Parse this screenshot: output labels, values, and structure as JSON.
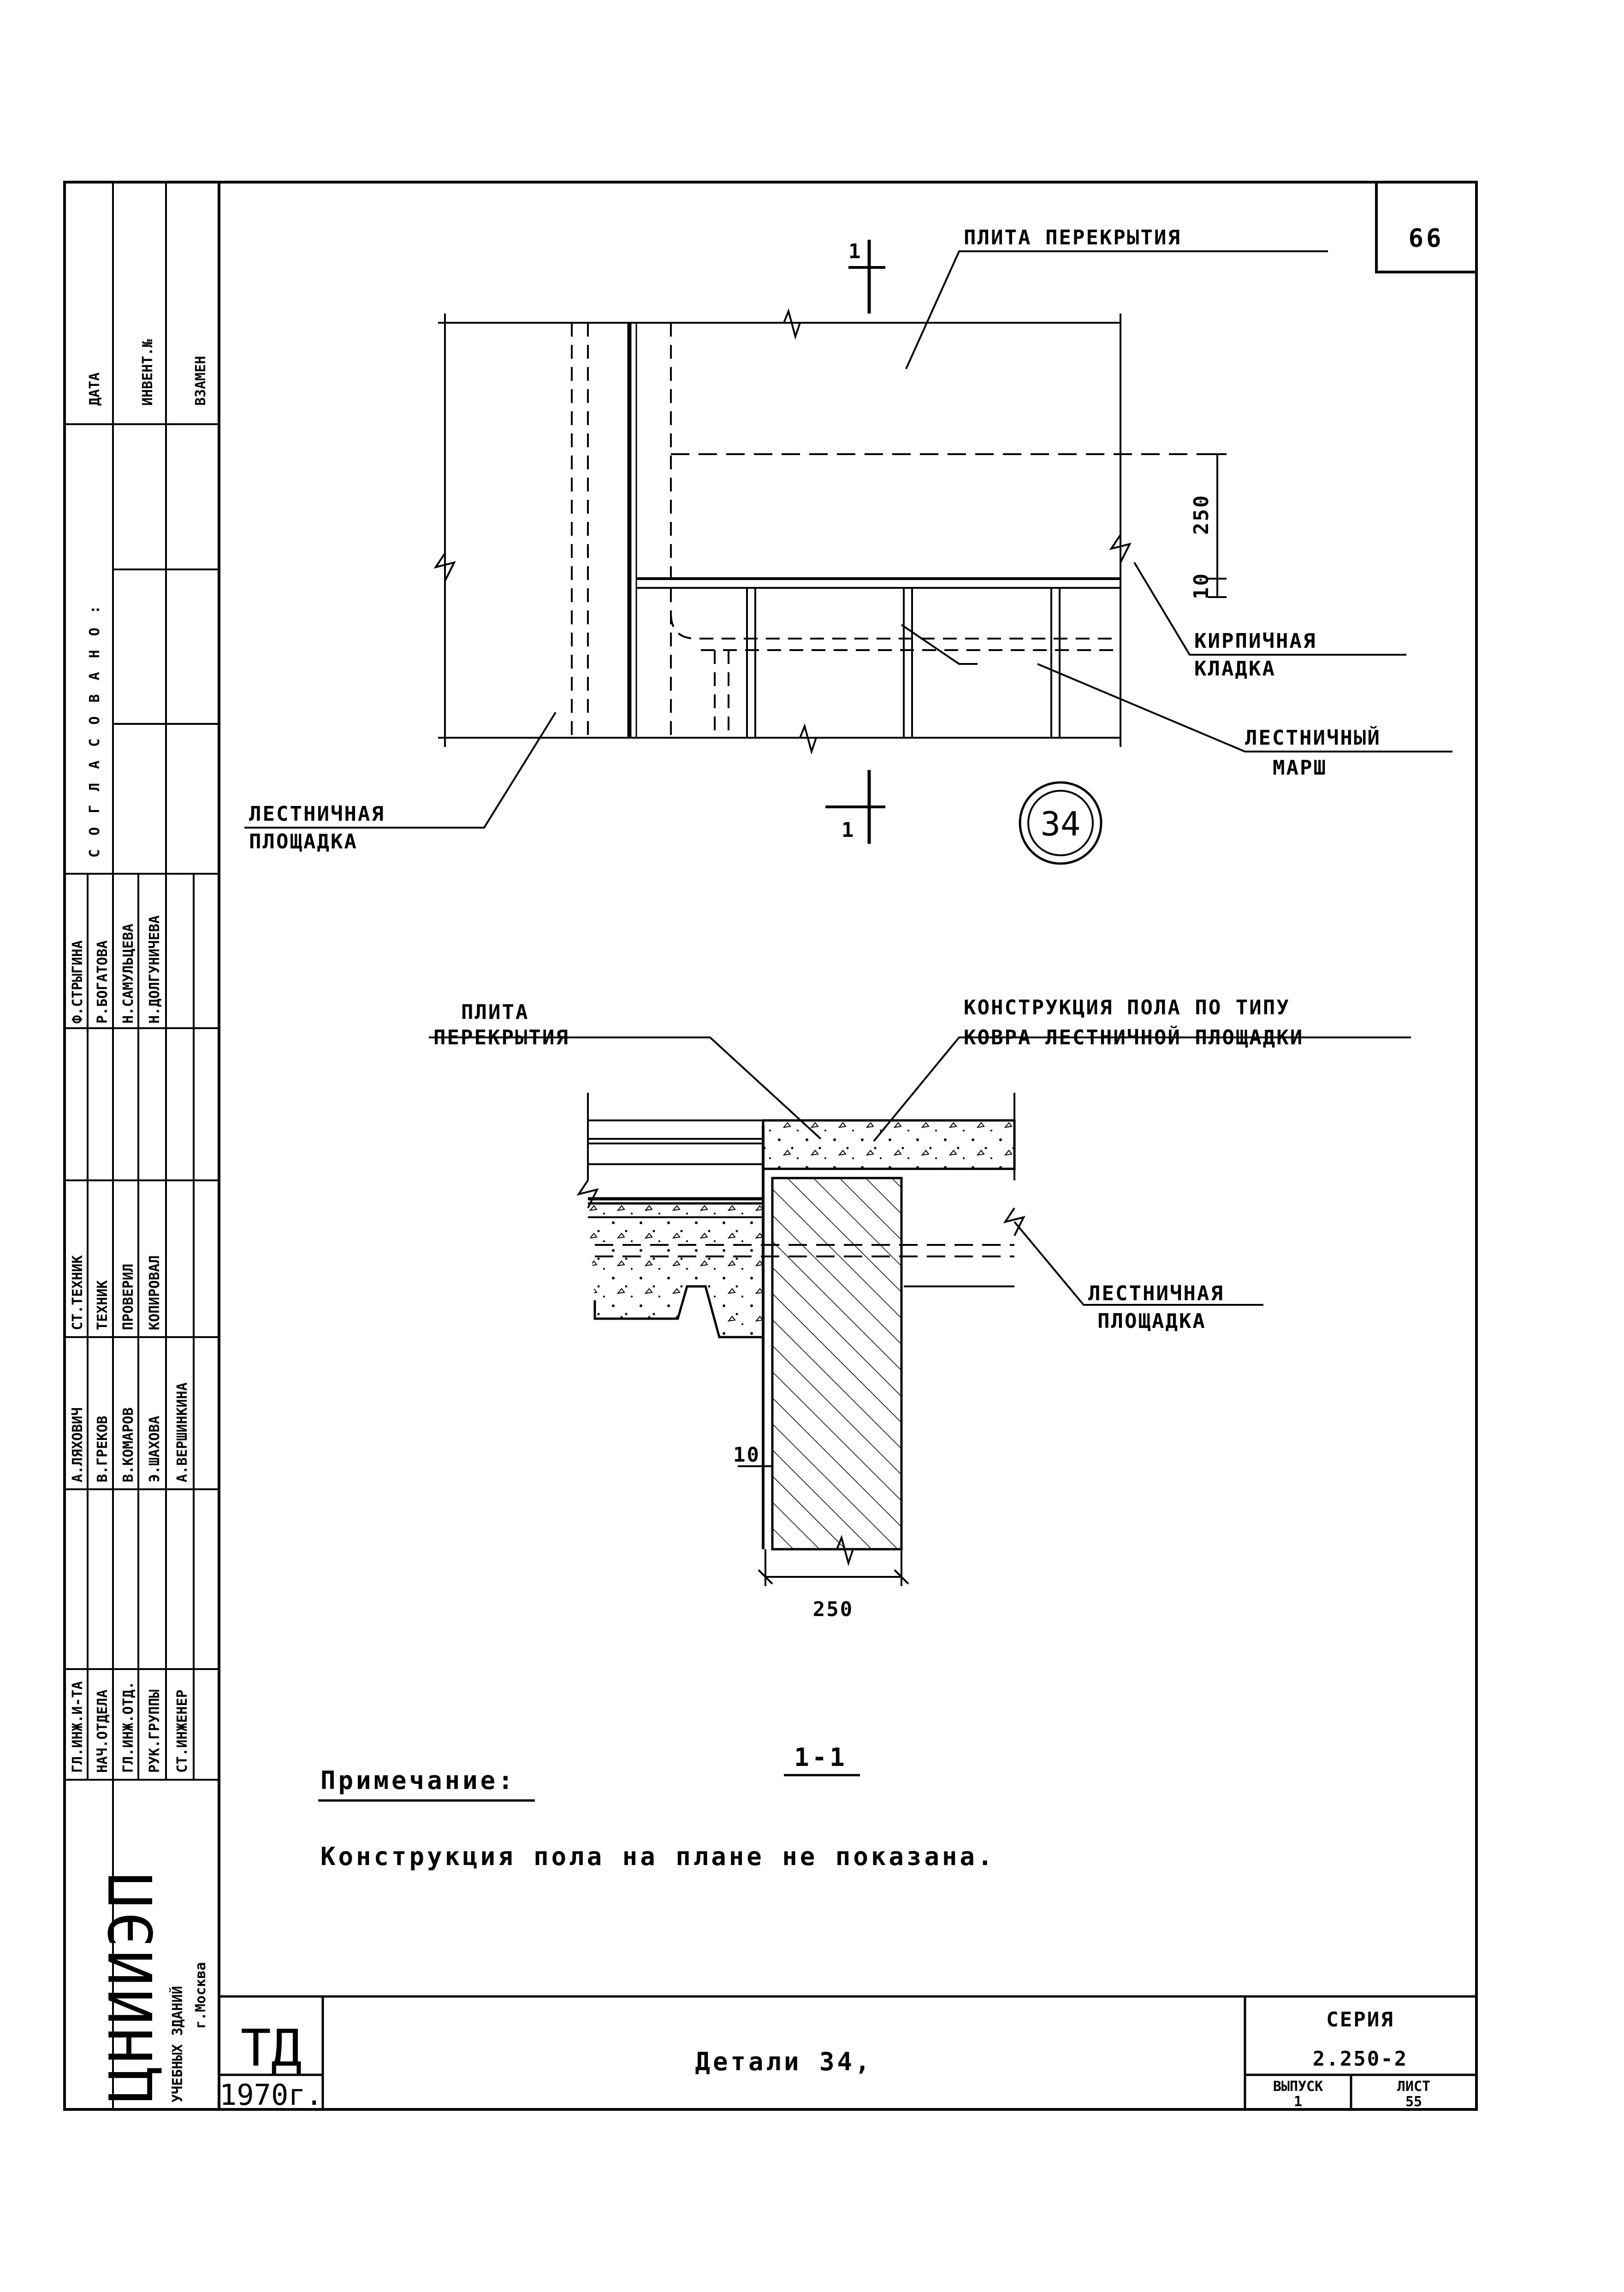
{
  "sheet": {
    "number": "66",
    "detail_marker": "34",
    "section_title": "1-1",
    "cut_mark": "1"
  },
  "plan": {
    "label_slab": "ПЛИТА  ПЕРЕКРЫТИЯ",
    "label_brick_1": "КИРПИЧНАЯ",
    "label_brick_2": "КЛАДКА",
    "label_march_1": "ЛЕСТНИЧНЫЙ",
    "label_march_2": "МАРШ",
    "label_landing_1": "ЛЕСТНИЧНАЯ",
    "label_landing_2": "ПЛОЩАДКА",
    "dim_250": "250",
    "dim_10": "10"
  },
  "section": {
    "label_slab_1": "ПЛИТА",
    "label_slab_2": "ПЕРЕКРЫТИЯ",
    "label_floor_1": "КОНСТРУКЦИЯ  ПОЛА  ПО  ТИПУ",
    "label_floor_2": "КОВРА  ЛЕСТНИЧНОЙ  ПЛОЩАДКИ",
    "label_landing_1": "ЛЕСТНИЧНАЯ",
    "label_landing_2": "ПЛОЩАДКА",
    "dim_10": "10",
    "dim_250": "250"
  },
  "note": {
    "heading": "Примечание:",
    "text": "Конструкция  пола  на  плане  не  показана."
  },
  "side_stamp": {
    "agreed": "СОГЛАСОВАНО:",
    "date": "ДАТА",
    "inv_no": "ИНВЕНТ.№",
    "replaces": "ВЗАМЕН",
    "roles": [
      "ГЛ.ИНЖ.И-ТА",
      "НАЧ.ОТДЕЛА",
      "ГЛ.ИНЖ.ОТД.",
      "РУК.ГРУППЫ",
      "СТ.ИНЖЕНЕР"
    ],
    "names_1": [
      "А.ЛЯХОВИЧ",
      "В.ГРЕКОВ",
      "В.КОМАРОВ",
      "Э.ШАХОВА",
      "А.ВЕРШИНКИНА"
    ],
    "roles_2": [
      "СТ.ТЕХНИК",
      "ТЕХНИК",
      "ПРОВЕРИЛ",
      "КОПИРОВАЛ"
    ],
    "names_2": [
      "Ф.СТРЫГИНА",
      "Р.БОГАТОВА",
      "Н.САМУЛЬЦЕВА",
      "Н.ДОЛГУНИЧЕВА"
    ],
    "org_big": "ЦНИИЭП",
    "org_line1": "УЧЕБНЫХ ЗДАНИЙ",
    "org_line2": "г.Москва"
  },
  "title_block": {
    "td": "ТД",
    "year": "1970г.",
    "title": "Детали 34,",
    "series_label": "СЕРИЯ",
    "series_value": "2.250-2",
    "issue_label": "ВЫПУСК",
    "issue_value": "1",
    "sheet_label": "ЛИСТ",
    "sheet_value": "55"
  }
}
